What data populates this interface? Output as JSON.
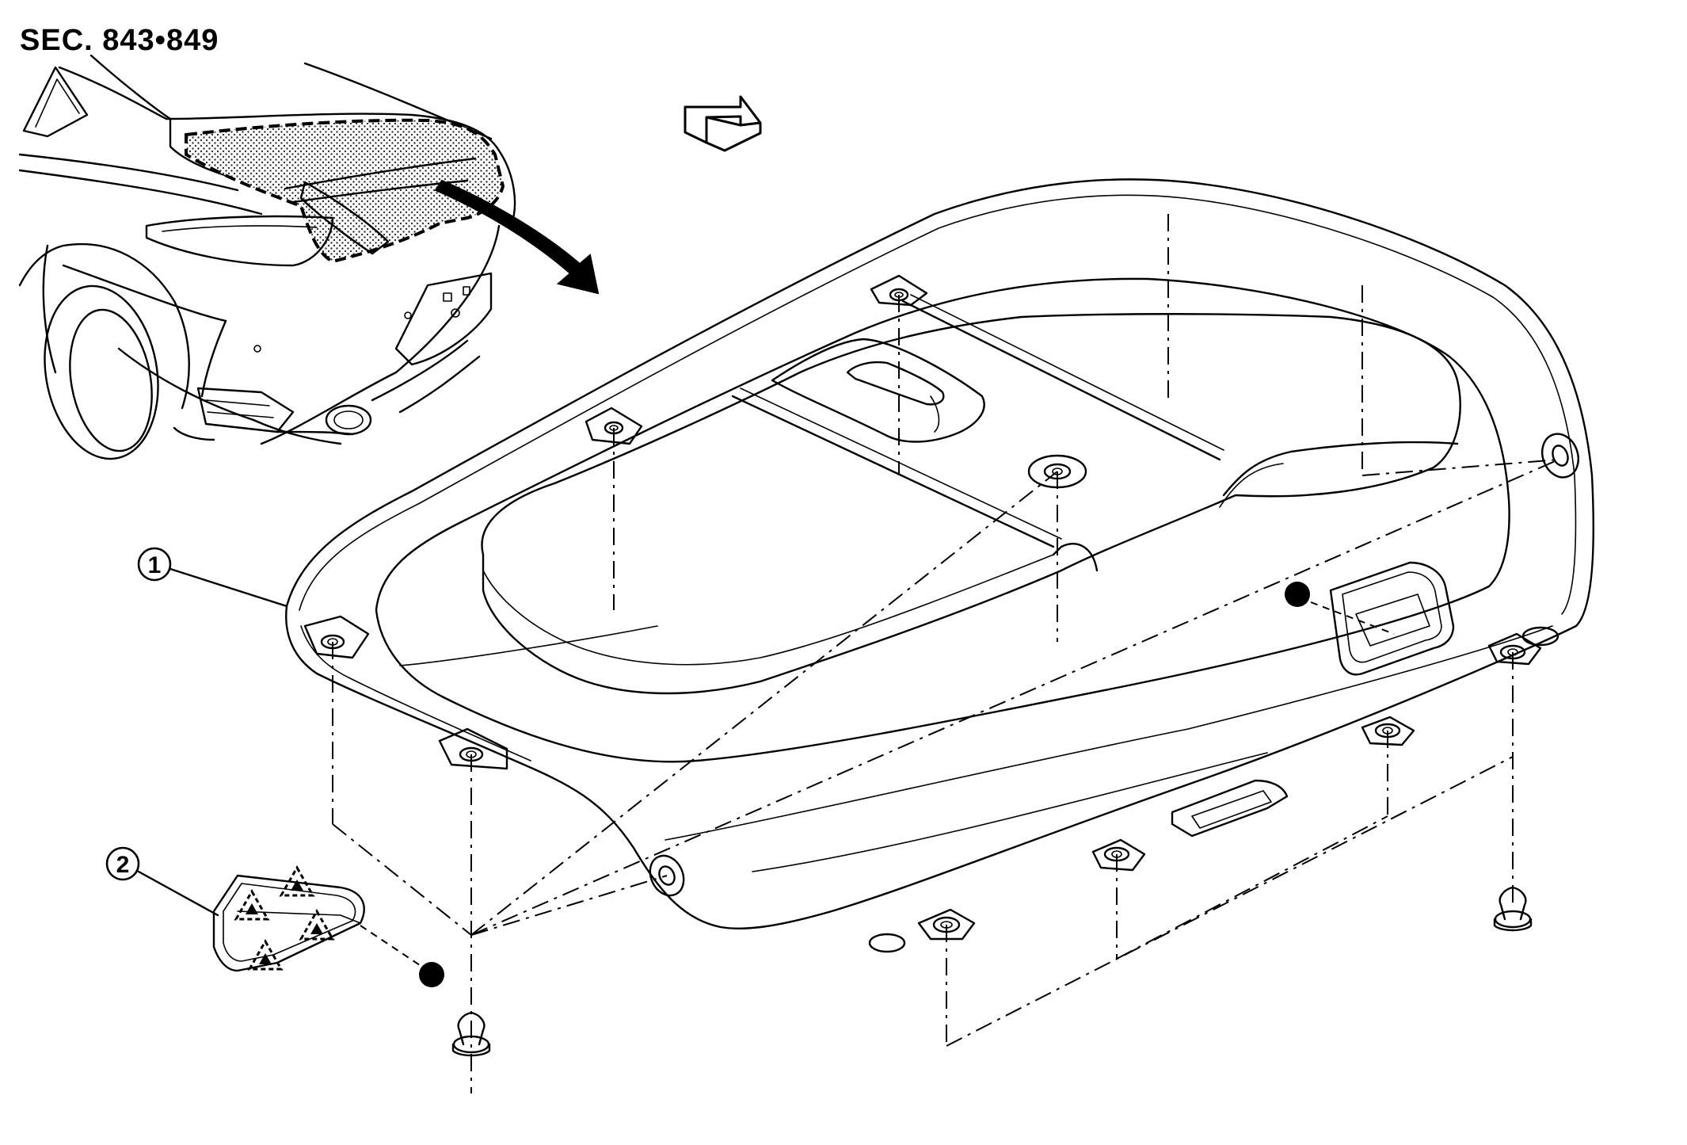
{
  "section": {
    "label": "SEC. 843•849"
  },
  "callouts": [
    {
      "number": "1"
    },
    {
      "number": "2"
    }
  ],
  "icons": {
    "front_arrow": "front-direction-arrow-icon",
    "clip": "clip-icon",
    "grease_mark": "filled-dot-icon"
  }
}
